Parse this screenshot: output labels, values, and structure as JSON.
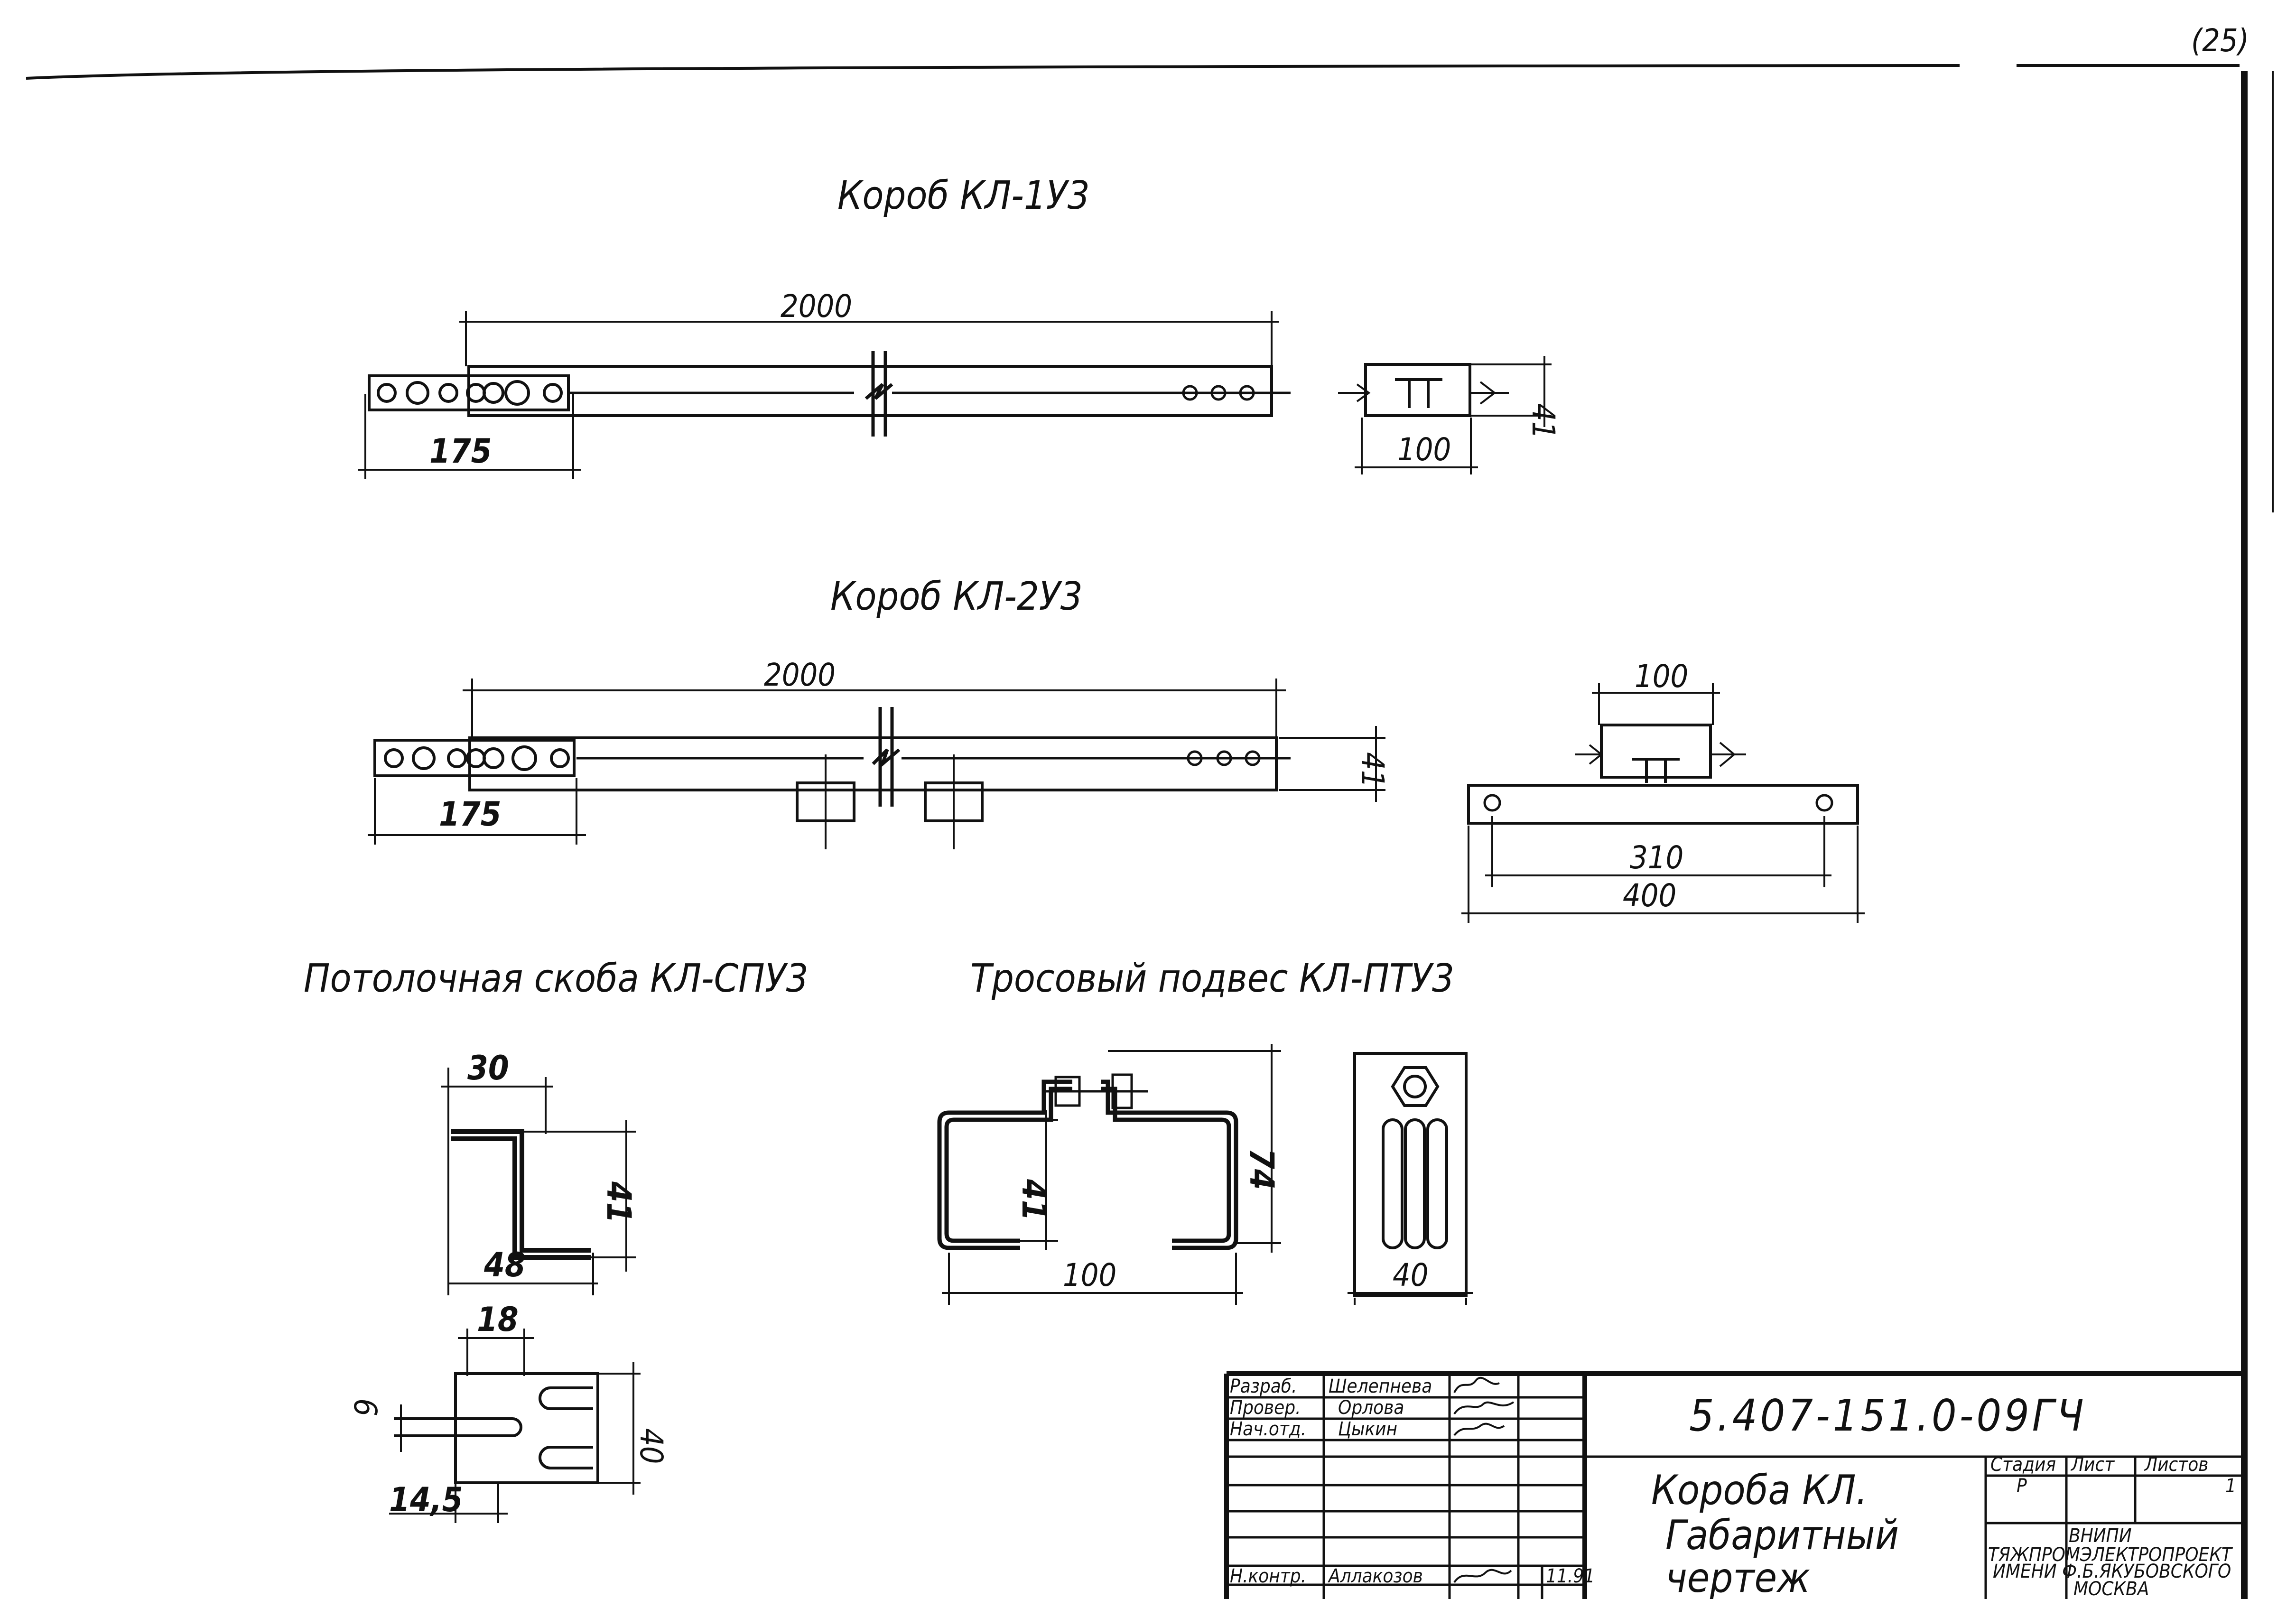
{
  "sheet_number": "(25)",
  "views": {
    "kl1": {
      "title": "Короб КЛ-1У3",
      "dim_length": "2000",
      "dim_175": "175",
      "dim_100": "100",
      "dim_41": "41"
    },
    "kl2": {
      "title": "Короб КЛ-2У3",
      "dim_length": "2000",
      "dim_175": "175",
      "dim_41": "41",
      "dim_100": "100",
      "dim_310": "310",
      "dim_400": "400"
    },
    "ceiling_bracket": {
      "title": "Потолочная скоба КЛ-СПУ3",
      "dim_30": "30",
      "dim_41": "41",
      "dim_48": "48",
      "dim_18": "18",
      "dim_9": "9",
      "dim_40": "40",
      "dim_14_5": "14,5"
    },
    "cable_hanger": {
      "title": "Тросовый подвес КЛ-ПТУ3",
      "dim_41": "41",
      "dim_74": "74",
      "dim_100": "100",
      "dim_40": "40"
    }
  },
  "title_block": {
    "roles": [
      "Разраб.",
      "Провер.",
      "Нач.отд.",
      "Н.контр."
    ],
    "names": [
      "Шелепнева",
      "Орлова",
      "Цыкин",
      "Аллакозов"
    ],
    "date": "11.91",
    "document_code": "5.407-151.0-09ГЧ",
    "document_name": [
      "Короба КЛ.",
      "Габаритный",
      "чертеж"
    ],
    "col_stage": "Стадия",
    "col_sheet": "Лист",
    "col_sheets": "Листов",
    "stage_value": "Р",
    "sheets_value": "1",
    "org_lines": [
      "ВНИПИ",
      "ТЯЖПРОМЭЛЕКТРОПРОЕКТ",
      "ИМЕНИ Ф.Б.ЯКУБОВСКОГО",
      "МОСКВА"
    ]
  }
}
